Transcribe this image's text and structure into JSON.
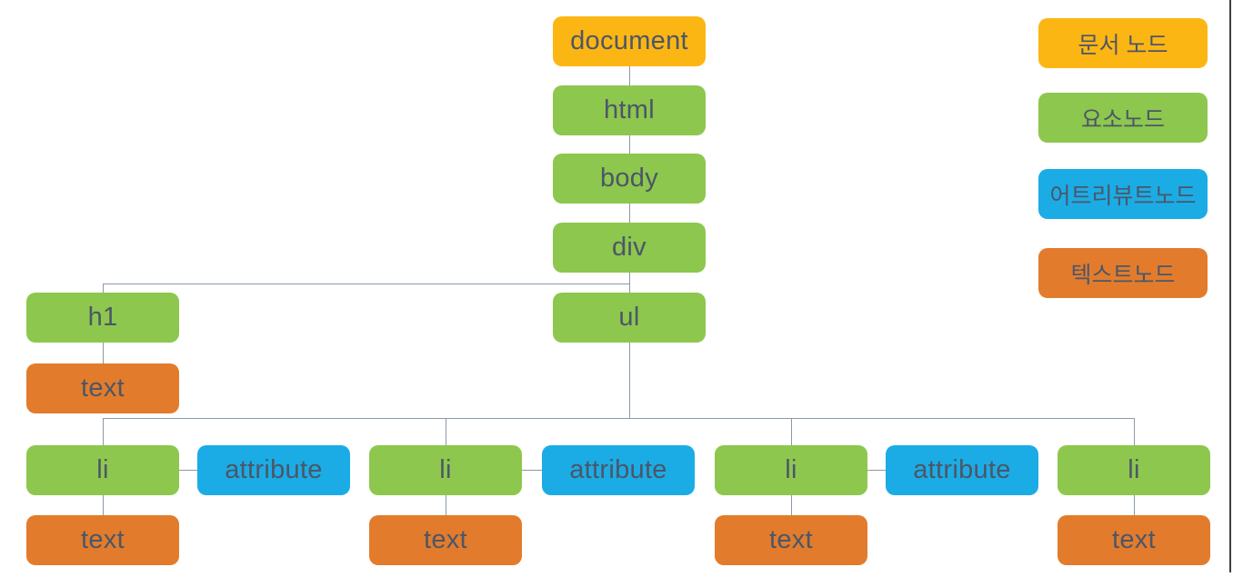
{
  "colors": {
    "document_node": "#FCB614",
    "element_node": "#8DC74E",
    "attribute_node": "#1BACE5",
    "text_node": "#E27C2C",
    "label_text": "#4C5668",
    "connector_line": "#8C99A8",
    "page_edge_line": "#3F3F3F",
    "background": "#FFFFFF"
  },
  "tree": {
    "nodes": {
      "document": "document",
      "html": "html",
      "body": "body",
      "div": "div",
      "h1": "h1",
      "ul": "ul",
      "h1_text": "text",
      "li_1": "li",
      "attribute_1": "attribute",
      "text_1": "text",
      "li_2": "li",
      "attribute_2": "attribute",
      "text_2": "text",
      "li_3": "li",
      "attribute_3": "attribute",
      "text_3": "text",
      "li_4": "li",
      "text_4": "text"
    }
  },
  "legend": {
    "items": [
      {
        "label": "문서 노드",
        "type": "document_node"
      },
      {
        "label": "요소노드",
        "type": "element_node"
      },
      {
        "label": "어트리뷰트노드",
        "type": "attribute_node"
      },
      {
        "label": "텍스트노드",
        "type": "text_node"
      }
    ]
  }
}
